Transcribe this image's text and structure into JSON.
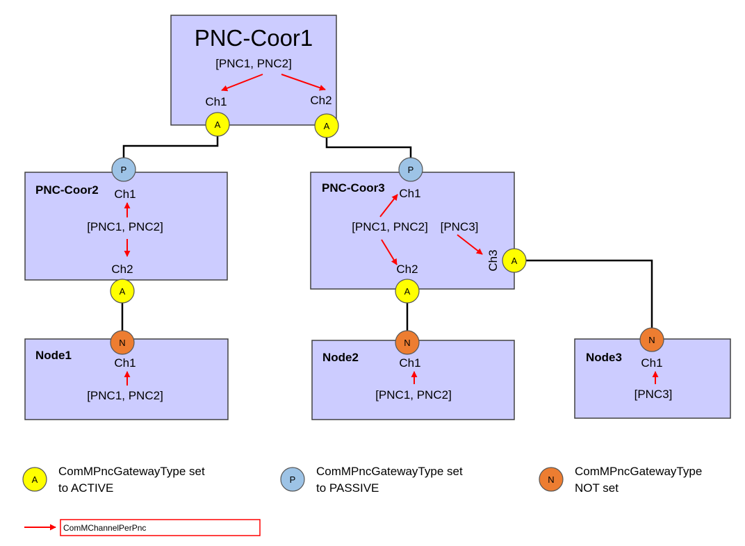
{
  "colors": {
    "box_fill": "#ccccff",
    "active": "#ffff00",
    "passive": "#9dc3e6",
    "none": "#ed7d31",
    "arrow": "#ff0000"
  },
  "port_letters": {
    "active": "A",
    "passive": "P",
    "none": "N"
  },
  "nodes": {
    "coor1": {
      "name": "PNC-Coor1",
      "pncs": "[PNC1, PNC2]",
      "ch1": "Ch1",
      "ch2": "Ch2"
    },
    "coor2": {
      "name": "PNC-Coor2",
      "pncs": "[PNC1, PNC2]",
      "ch1": "Ch1",
      "ch2": "Ch2"
    },
    "coor3": {
      "name": "PNC-Coor3",
      "pncs": "[PNC1, PNC2]",
      "pncs_extra": "[PNC3]",
      "ch1": "Ch1",
      "ch2": "Ch2",
      "ch3": "Ch3"
    },
    "node1": {
      "name": "Node1",
      "pncs": "[PNC1, PNC2]",
      "ch1": "Ch1"
    },
    "node2": {
      "name": "Node2",
      "pncs": "[PNC1, PNC2]",
      "ch1": "Ch1"
    },
    "node3": {
      "name": "Node3",
      "pncs": "[PNC3]",
      "ch1": "Ch1"
    }
  },
  "legend": {
    "active_line1": "ComMPncGatewayType  set",
    "active_line2": "to ACTIVE",
    "passive_line1": "ComMPncGatewayType  set",
    "passive_line2": "to PASSIVE",
    "none_line1": "ComMPncGatewayType",
    "none_line2": "NOT set",
    "arrow_label": "ComMChannelPerPnc"
  }
}
